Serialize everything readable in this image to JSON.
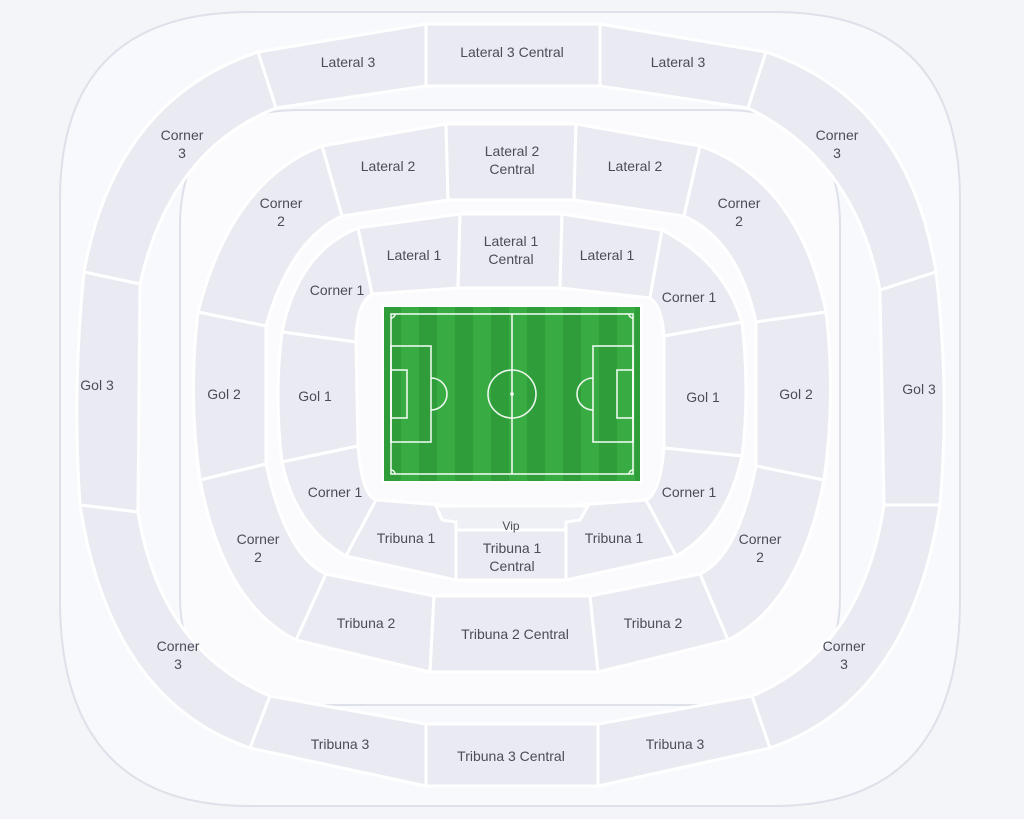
{
  "stadium": {
    "field_color": "#2f9e3a",
    "section_color": "#eaebf2",
    "background_color": "#f4f5f9",
    "sections": {
      "l3_left": "Lateral 3",
      "l3_central": "Lateral 3 Central",
      "l3_right": "Lateral 3",
      "c3_top_left": [
        "Corner",
        "3"
      ],
      "c3_top_right": [
        "Corner",
        "3"
      ],
      "gol3_left": "Gol 3",
      "gol3_right": "Gol 3",
      "c3_bottom_left": [
        "Corner",
        "3"
      ],
      "c3_bottom_right": [
        "Corner",
        "3"
      ],
      "t3_left": "Tribuna 3",
      "t3_central": "Tribuna 3 Central",
      "t3_right": "Tribuna 3",
      "l2_left": "Lateral 2",
      "l2_central": [
        "Lateral 2",
        "Central"
      ],
      "l2_right": "Lateral 2",
      "c2_top_left": [
        "Corner",
        "2"
      ],
      "c2_top_right": [
        "Corner",
        "2"
      ],
      "gol2_left": "Gol 2",
      "gol2_right": "Gol 2",
      "c2_bottom_left": [
        "Corner",
        "2"
      ],
      "c2_bottom_right": [
        "Corner",
        "2"
      ],
      "t2_left": "Tribuna 2",
      "t2_central": "Tribuna 2 Central",
      "t2_right": "Tribuna 2",
      "l1_left": "Lateral 1",
      "l1_central": [
        "Lateral 1",
        "Central"
      ],
      "l1_right": "Lateral 1",
      "c1_top_left": "Corner 1",
      "c1_top_right": "Corner 1",
      "gol1_left": "Gol 1",
      "gol1_right": "Gol 1",
      "c1_bottom_left": "Corner 1",
      "c1_bottom_right": "Corner 1",
      "t1_left": "Tribuna 1",
      "t1_central": [
        "Tribuna 1",
        "Central"
      ],
      "t1_right": "Tribuna 1",
      "vip": "Vip"
    }
  }
}
